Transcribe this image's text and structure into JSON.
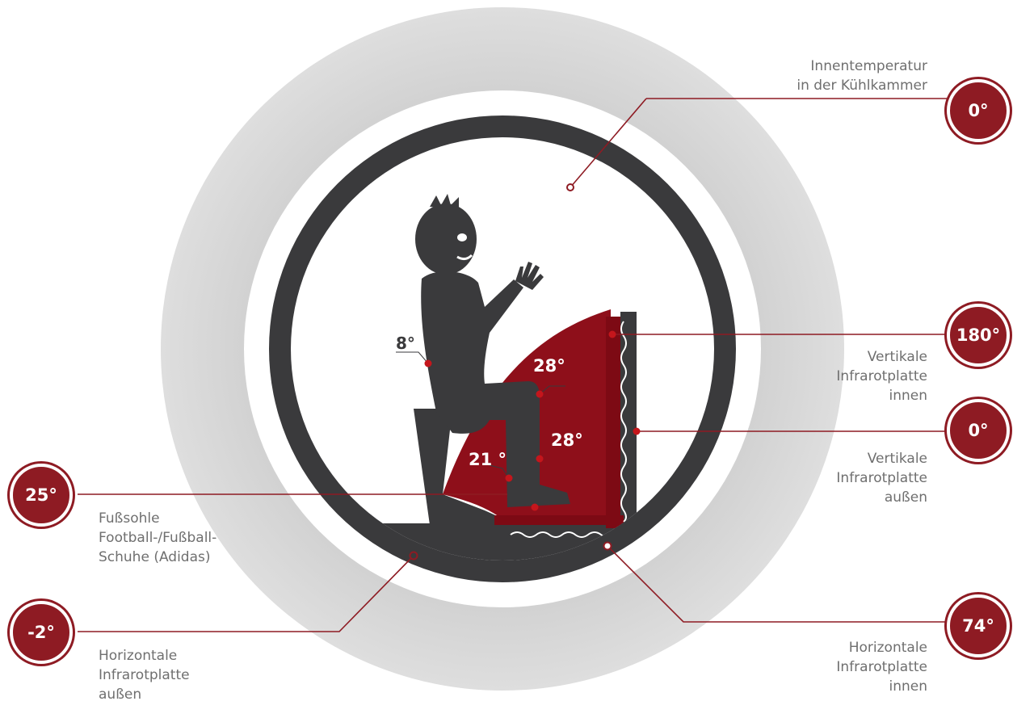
{
  "body_temps": {
    "back": "8°",
    "thigh": "28°",
    "shin": "28°",
    "calf": "21 °"
  },
  "callouts": [
    {
      "id": "inside-temp",
      "value": "0°",
      "lines": [
        "Innentemperatur",
        "in der Kühlkammer"
      ]
    },
    {
      "id": "vertical-inner",
      "value": "180°",
      "lines": [
        "Vertikale",
        "Infrarotplatte",
        "innen"
      ]
    },
    {
      "id": "vertical-outer",
      "value": "0°",
      "lines": [
        "Vertikale",
        "Infrarotplatte",
        "außen"
      ]
    },
    {
      "id": "foot-sole",
      "value": "25°",
      "lines": [
        "Fußsohle",
        "Football-/Fußball-",
        "Schuhe (Adidas)"
      ]
    },
    {
      "id": "horizontal-outer",
      "value": "-2°",
      "lines": [
        "Horizontale",
        "Infrarotplatte",
        "außen"
      ]
    },
    {
      "id": "horizontal-inner",
      "value": "74°",
      "lines": [
        "Horizontale",
        "Infrarotplatte",
        "innen"
      ]
    }
  ],
  "colors": {
    "accent": "#8e1b23",
    "plate": "#7d0a14",
    "dark": "#3a3a3c",
    "ring": "#d2d2d2",
    "text": "#6f6f6f"
  }
}
